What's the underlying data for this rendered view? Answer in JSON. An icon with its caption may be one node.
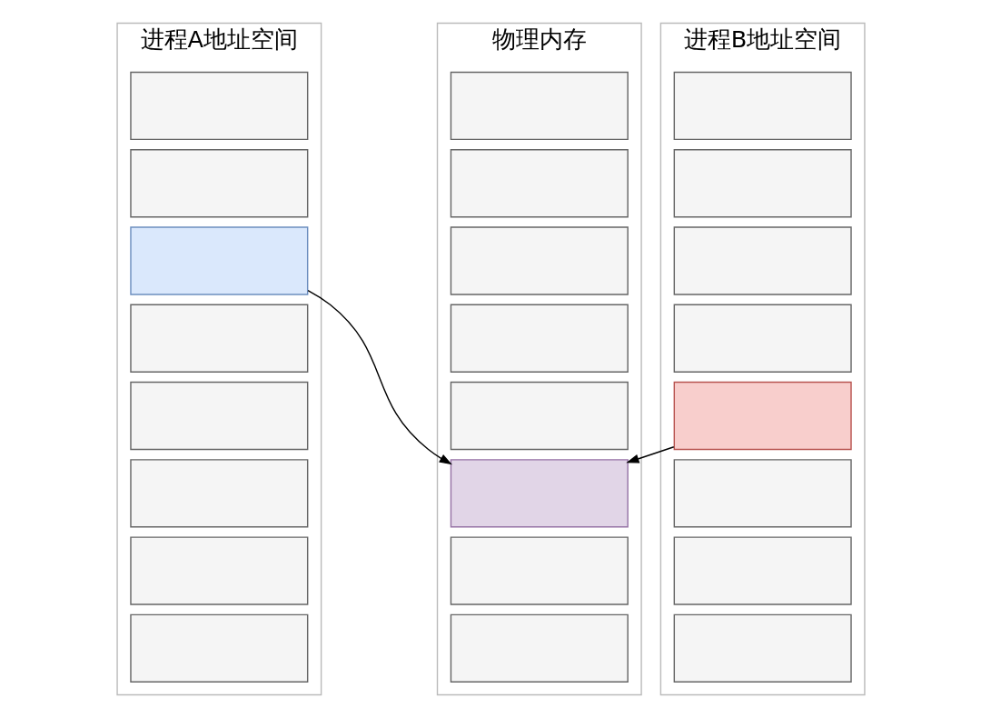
{
  "diagram": {
    "nodes": [
      {
        "text": [
          "进程A地址空间"
        ]
      },
      {
        "text": [],
        "shape": "box",
        "in": 0
      },
      {
        "text": [],
        "shape": "box",
        "in": 0
      },
      {
        "text": [],
        "shape": "box",
        "in": 0
      },
      {
        "text": [],
        "shape": "box",
        "in": 0
      },
      {
        "text": [],
        "shape": "box",
        "in": 0
      },
      {
        "text": [],
        "shape": "box",
        "in": 0
      },
      {
        "text": [],
        "shape": "box",
        "in": 0
      },
      {
        "text": [],
        "shape": "box",
        "in": 0
      },
      {
        "text": [
          "物理内存"
        ]
      },
      {
        "text": [],
        "shape": "box",
        "in": 9
      },
      {
        "text": [],
        "shape": "box",
        "in": 9
      },
      {
        "text": [],
        "shape": "box",
        "in": 9
      },
      {
        "text": [],
        "shape": "box",
        "in": 9
      },
      {
        "text": [],
        "shape": "box",
        "in": 9
      },
      {
        "text": [],
        "shape": "box",
        "in": 9
      },
      {
        "text": [],
        "shape": "box",
        "in": 9
      },
      {
        "text": [],
        "shape": "box",
        "in": 9
      },
      {
        "text": [
          "进程B地址空间"
        ]
      },
      {
        "text": [],
        "shape": "box",
        "in": 18
      },
      {
        "text": [],
        "shape": "box",
        "in": 18
      },
      {
        "text": [],
        "shape": "box",
        "in": 18
      },
      {
        "text": [],
        "shape": "box",
        "in": 18
      },
      {
        "text": [],
        "shape": "box",
        "in": 18
      },
      {
        "text": [],
        "shape": "box",
        "in": 18
      },
      {
        "text": [],
        "shape": "box",
        "in": 18
      },
      {
        "text": [],
        "shape": "box",
        "in": 18
      }
    ],
    "edges": [
      {
        "from": 3,
        "to": 15,
        "arrow": "to"
      },
      {
        "from": 23,
        "to": 15,
        "arrow": "to"
      }
    ]
  }
}
